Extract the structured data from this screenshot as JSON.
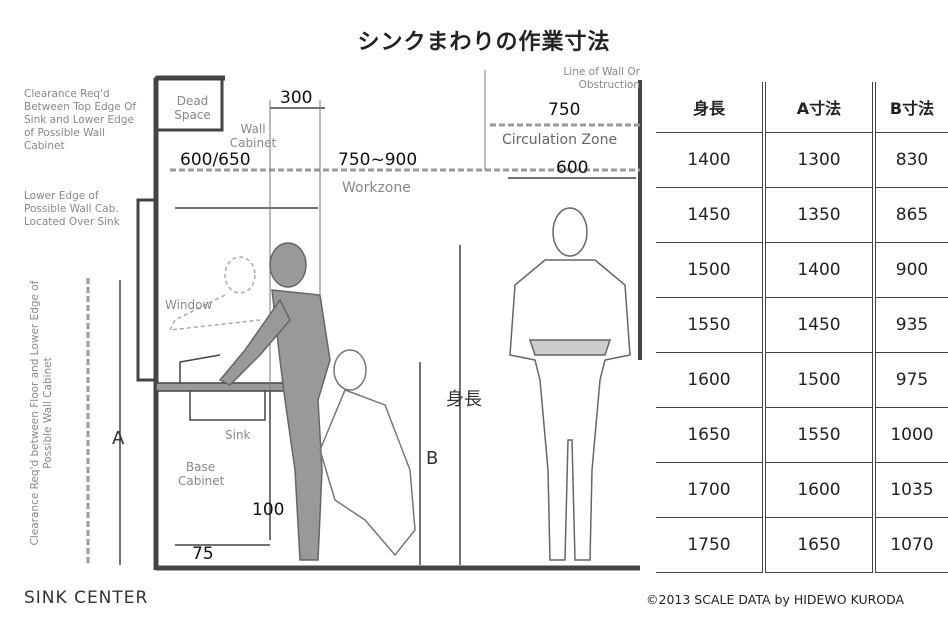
{
  "title": "シンクまわりの作業寸法",
  "notes": {
    "clearance_top": "Clearance Req'd Between Top Edge Of Sink and Lower Edge of Possible Wall Cabinet",
    "lower_edge": "Lower Edge of Possible Wall Cab. Located Over Sink",
    "clearance_floor": "Clearance Req'd between Floor and Lower Edge of Possible Wall Cabinet",
    "line_of_wall": "Line of Wall Or Obstruction"
  },
  "labels": {
    "dead_space": "Dead Space",
    "wall_cabinet": "Wall Cabinet",
    "window": "Window",
    "sink": "Sink",
    "base_cabinet": "Base Cabinet",
    "workzone": "Workzone",
    "circulation_zone": "Circulation Zone",
    "a": "A",
    "b": "B",
    "height": "身長"
  },
  "dimensions": {
    "d300": "300",
    "d600_650": "600/650",
    "d750_900": "750~900",
    "d750": "750",
    "d600": "600",
    "d100": "100",
    "d75": "75"
  },
  "table": {
    "headers": [
      "身長",
      "A寸法",
      "B寸法"
    ],
    "rows": [
      [
        "1400",
        "1300",
        "830"
      ],
      [
        "1450",
        "1350",
        "865"
      ],
      [
        "1500",
        "1400",
        "900"
      ],
      [
        "1550",
        "1450",
        "935"
      ],
      [
        "1600",
        "1500",
        "975"
      ],
      [
        "1650",
        "1550",
        "1000"
      ],
      [
        "1700",
        "1600",
        "1035"
      ],
      [
        "1750",
        "1650",
        "1070"
      ]
    ]
  },
  "footer": {
    "left": "SINK CENTER",
    "right": "©2013 SCALE DATA by HIDEWO KURODA"
  }
}
